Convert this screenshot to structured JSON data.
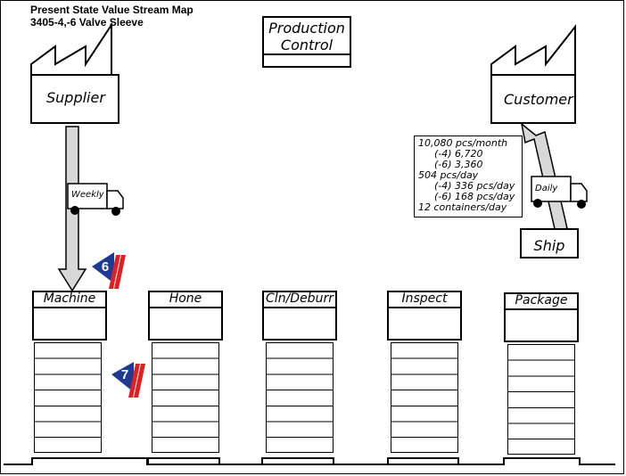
{
  "header": {
    "title": "Present State Value Stream Map",
    "subtitle": "3405-4,-6 Valve Sleeve"
  },
  "production_control": {
    "line1": "Production",
    "line2": "Control"
  },
  "supplier": {
    "label": "Supplier"
  },
  "customer": {
    "label": "Customer"
  },
  "supplier_truck": {
    "label": "Weekly"
  },
  "customer_truck": {
    "label": "Daily"
  },
  "demand_info": {
    "line1": "10,080 pcs/month",
    "line2": "(-4) 6,720",
    "line3": "(-6) 3,360",
    "line4": "504 pcs/day",
    "line5": "(-4) 336 pcs/day",
    "line6": "(-6) 168 pcs/day",
    "line7": "12 containers/day"
  },
  "ship": {
    "label": "Ship"
  },
  "processes": [
    {
      "name": "Machine"
    },
    {
      "name": "Hone"
    },
    {
      "name": "Cln/Deburr"
    },
    {
      "name": "Inspect"
    },
    {
      "name": "Package"
    }
  ],
  "badges": [
    {
      "number": "6"
    },
    {
      "number": "7"
    }
  ],
  "colors": {
    "badge_blue": "#1f3a93",
    "badge_red": "#e02020",
    "arrow_fill": "#d8d8d8",
    "ink": "#000000"
  }
}
